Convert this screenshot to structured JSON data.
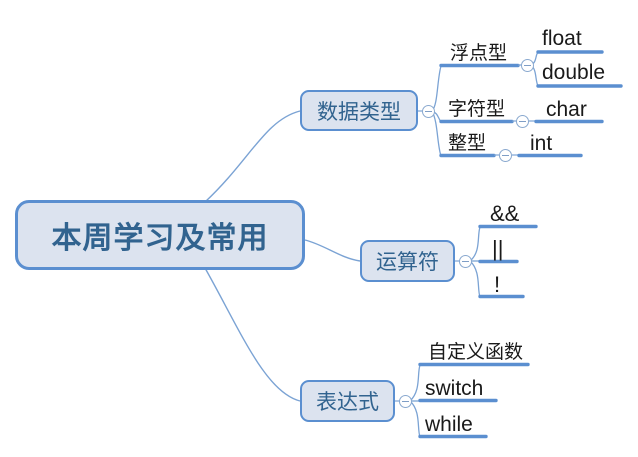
{
  "document": {
    "type": "mind-map",
    "title": "本周学习及常用"
  },
  "colors": {
    "node_fill": "#dce3ef",
    "node_border": "#5b8fd0",
    "node_text": "#31638f",
    "leaf_text": "#1a1a1a",
    "branch_line": "#5b8fd0",
    "connector_line": "#7ba3d4",
    "toggle_border": "#8aa9cf",
    "background": "#ffffff"
  },
  "root": {
    "label": "本周学习及常用"
  },
  "branches": [
    {
      "label": "数据类型",
      "toggle": "collapse-toggle",
      "children": [
        {
          "label": "浮点型",
          "toggle": "collapse-toggle",
          "children": [
            {
              "label": "float"
            },
            {
              "label": "double"
            }
          ]
        },
        {
          "label": "字符型",
          "toggle": "collapse-toggle",
          "children": [
            {
              "label": "char"
            }
          ]
        },
        {
          "label": "整型",
          "toggle": "collapse-toggle",
          "children": [
            {
              "label": "int"
            }
          ]
        }
      ]
    },
    {
      "label": "运算符",
      "toggle": "collapse-toggle",
      "children": [
        {
          "label": "&&"
        },
        {
          "label": "||"
        },
        {
          "label": "!"
        }
      ]
    },
    {
      "label": "表达式",
      "toggle": "collapse-toggle",
      "children": [
        {
          "label": "自定义函数"
        },
        {
          "label": "switch"
        },
        {
          "label": "while"
        }
      ]
    }
  ]
}
